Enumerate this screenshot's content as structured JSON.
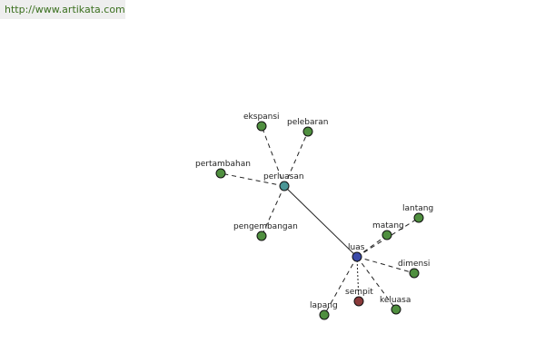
{
  "source_url": "http://www.artikata.com",
  "graph": {
    "nodes": [
      {
        "id": "perluasan",
        "label": "perluasan",
        "color": "#4a9696",
        "role": "hub"
      },
      {
        "id": "luas",
        "label": "luas",
        "color": "#3a4aa8",
        "role": "center"
      },
      {
        "id": "ekspansi",
        "label": "ekspansi",
        "color": "#4f8f3f",
        "role": "synonym"
      },
      {
        "id": "pelebaran",
        "label": "pelebaran",
        "color": "#4f8f3f",
        "role": "synonym"
      },
      {
        "id": "pertambahan",
        "label": "pertambahan",
        "color": "#4f8f3f",
        "role": "synonym"
      },
      {
        "id": "pengembangan",
        "label": "pengembangan",
        "color": "#4f8f3f",
        "role": "synonym"
      },
      {
        "id": "lantang",
        "label": "lantang",
        "color": "#4f8f3f",
        "role": "synonym"
      },
      {
        "id": "matang",
        "label": "matang",
        "color": "#4f8f3f",
        "role": "synonym"
      },
      {
        "id": "dimensi",
        "label": "dimensi",
        "color": "#4f8f3f",
        "role": "synonym"
      },
      {
        "id": "keluasa",
        "label": "keluasa",
        "color": "#4f8f3f",
        "role": "synonym"
      },
      {
        "id": "lapang",
        "label": "lapang",
        "color": "#4f8f3f",
        "role": "synonym"
      },
      {
        "id": "sempit",
        "label": "sempit",
        "color": "#8a3a3a",
        "role": "antonym"
      }
    ],
    "edges": [
      {
        "from": "perluasan",
        "to": "luas",
        "style": "solid"
      },
      {
        "from": "perluasan",
        "to": "ekspansi",
        "style": "dashed"
      },
      {
        "from": "perluasan",
        "to": "pelebaran",
        "style": "dashed"
      },
      {
        "from": "perluasan",
        "to": "pertambahan",
        "style": "dashed"
      },
      {
        "from": "perluasan",
        "to": "pengembangan",
        "style": "dashed"
      },
      {
        "from": "luas",
        "to": "lantang",
        "style": "dashed"
      },
      {
        "from": "luas",
        "to": "matang",
        "style": "dashed"
      },
      {
        "from": "luas",
        "to": "dimensi",
        "style": "dashed"
      },
      {
        "from": "luas",
        "to": "keluasa",
        "style": "dashed"
      },
      {
        "from": "luas",
        "to": "lapang",
        "style": "dashed"
      },
      {
        "from": "luas",
        "to": "sempit",
        "style": "dotted"
      }
    ]
  }
}
